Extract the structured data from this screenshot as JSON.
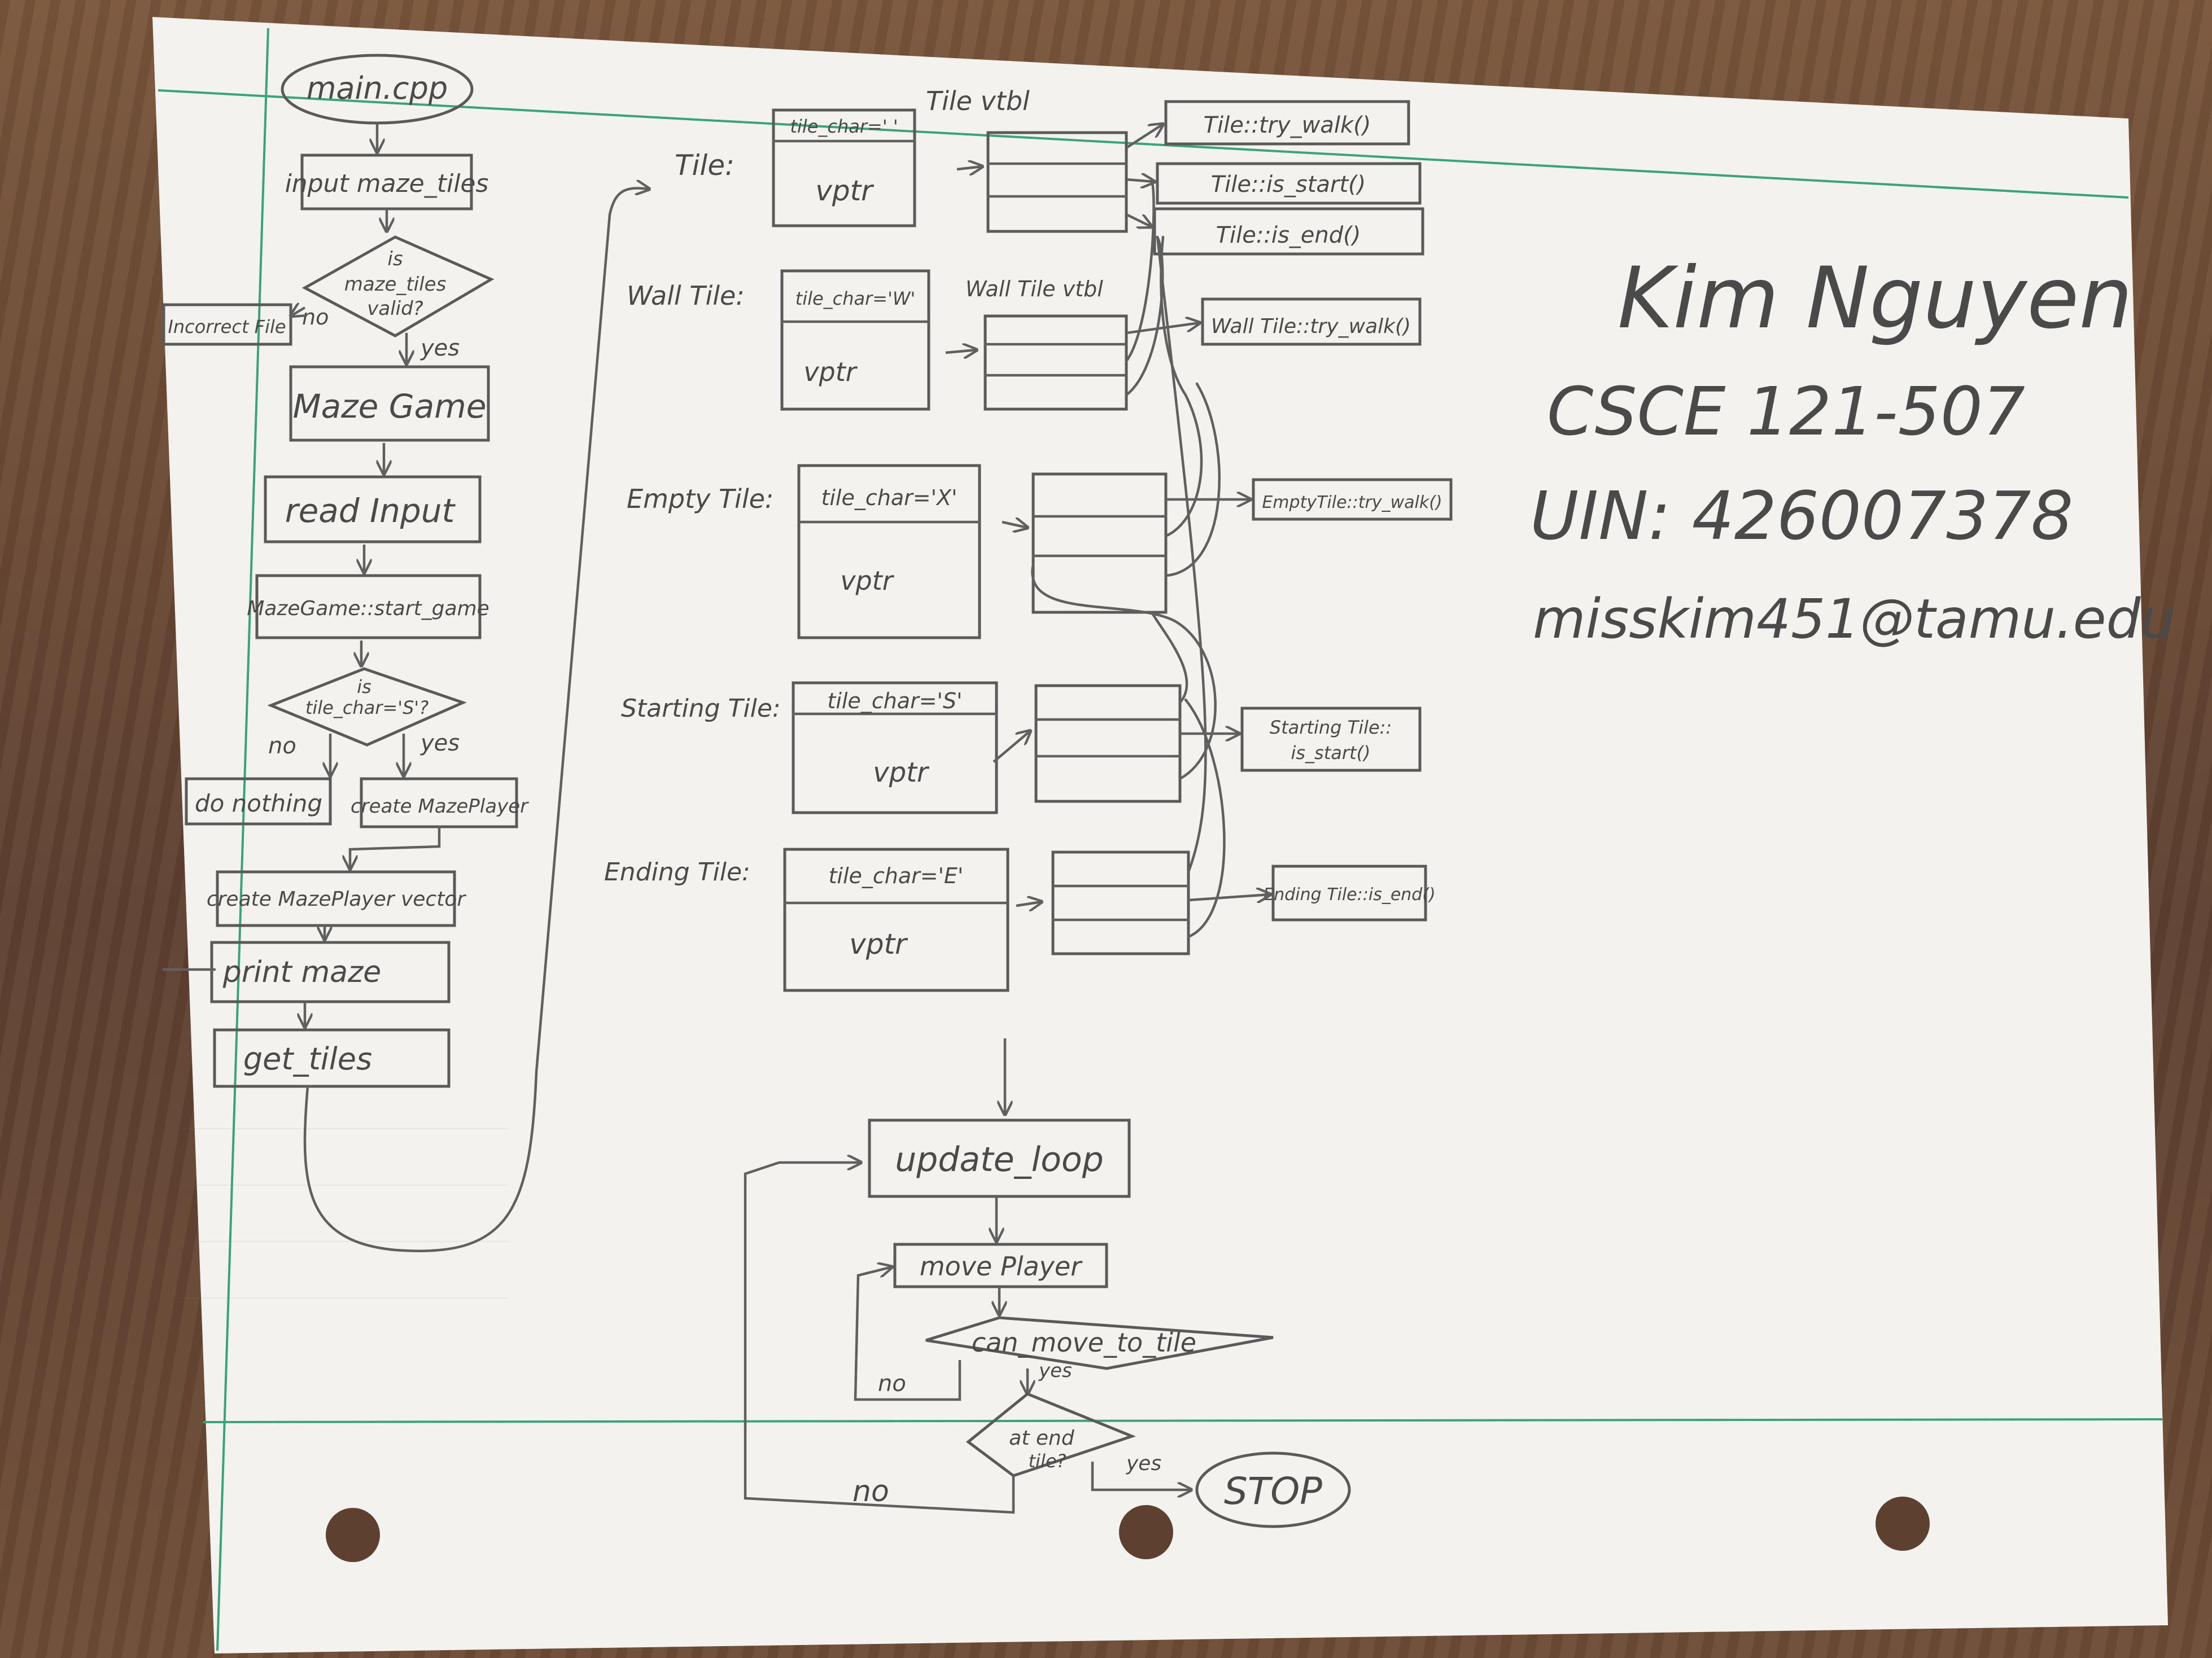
{
  "flowchart": {
    "main": "main.cpp",
    "input": "input maze_tiles",
    "decision_valid": [
      "is",
      "maze_tiles",
      "valid?"
    ],
    "incorrect": "Incorrect File",
    "no": "no",
    "yes": "yes",
    "maze_game": "Maze Game",
    "read_input": "read Input",
    "start_game": "MazeGame::start_game",
    "decision_start": [
      "is",
      "tile_char='S'?"
    ],
    "do_nothing": "do nothing",
    "create_player": "create MazePlayer",
    "create_vector": "create MazePlayer vector",
    "print_maze": "print maze",
    "get_tiles": "get_tiles",
    "update_loop": "update_loop",
    "move_player": "move Player",
    "can_move": "can_move_to_tile",
    "at_end": [
      "at end",
      "tile?"
    ],
    "stop": "STOP"
  },
  "classes": {
    "vtbl_title": "Tile vtbl",
    "wall_vtbl_title": "Wall Tile vtbl",
    "vptr": "vptr",
    "tile": {
      "label": "Tile:",
      "char": "tile_char=' '"
    },
    "wall": {
      "label": "Wall Tile:",
      "char": "tile_char='W'"
    },
    "empty": {
      "label": "Empty Tile:",
      "char": "tile_char='X'"
    },
    "starting": {
      "label": "Starting Tile:",
      "char": "tile_char='S'"
    },
    "ending": {
      "label": "Ending Tile:",
      "char": "tile_char='E'"
    }
  },
  "methods": {
    "try_walk": "Tile::try_walk()",
    "is_start": "Tile::is_start()",
    "is_end": "Tile::is_end()",
    "wall_try_walk": "Wall Tile::try_walk()",
    "empty_try_walk": "EmptyTile::try_walk()",
    "starting_is_start": [
      "Starting Tile::",
      "is_start()"
    ],
    "ending_is_end": "Ending Tile::is_end()"
  },
  "author": {
    "name": "Kim Nguyen",
    "course": "CSCE 121-507",
    "uin": "UIN: 426007378",
    "email": "misskim451@tamu.edu"
  },
  "colors": {
    "paper": "#f3f2ee",
    "margin_line": "#3aa37a",
    "pencil": "#5a5a5a",
    "desk": "#6b4a33"
  }
}
